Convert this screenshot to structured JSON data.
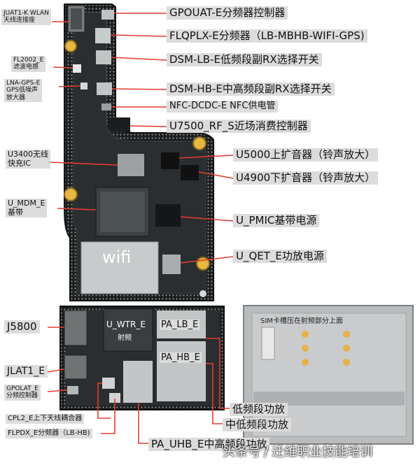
{
  "diagram": {
    "board_labels": {
      "wifi": "wifi",
      "u_wtr_e_line1": "U_WTR_E",
      "u_wtr_e_line2": "射频",
      "pa_lb_e": "PA_LB_E",
      "pa_hb_e": "PA_HB_E",
      "sim_note": "SIM卡槽压在射频部分上面"
    },
    "callouts_right": [
      {
        "id": "gpouat",
        "text": "GPOUAT-E分频器控制器"
      },
      {
        "id": "flqplx",
        "text": "FLQPLX-E分频器（LB-MBHB-WIFI-GPS)"
      },
      {
        "id": "dsm-lb",
        "text": "DSM-LB-E低频段副RX选择开关"
      },
      {
        "id": "dsm-hb",
        "text": "DSM-HB-E中高频段副RX选择开关"
      },
      {
        "id": "nfc-dcdc",
        "text": "NFC-DCDC-E NFC供电管"
      },
      {
        "id": "u7500",
        "text": "U7500_RF_S近场消费控制器"
      },
      {
        "id": "u5000",
        "text": "U5000上扩音器（铃声放大）"
      },
      {
        "id": "u4900",
        "text": "U4900下扩音器（铃声放大）"
      },
      {
        "id": "u-pmic",
        "text": "U_PMIC基带电源"
      },
      {
        "id": "u-qet",
        "text": "U_QET_E功放电源"
      }
    ],
    "callouts_left": [
      {
        "id": "juat1",
        "line1": "JUAT1-K WLAN",
        "line2": "天线连接座"
      },
      {
        "id": "fl2002",
        "line1": "FL2002_E",
        "line2": "滤波电感"
      },
      {
        "id": "lna-gps",
        "line1": "LNA-GPS-E",
        "line2": "GPS低噪声",
        "line3": "放大器"
      },
      {
        "id": "u3400",
        "line1": "U3400无线",
        "line2": "快充IC"
      },
      {
        "id": "u-mdm",
        "line1": "U_MDM_E",
        "line2": "基带"
      },
      {
        "id": "j5800",
        "text": "J5800"
      },
      {
        "id": "jlat1",
        "text": "JLAT1_E"
      },
      {
        "id": "gpolat",
        "line1": "GPOLAT_E",
        "line2": "分频控制器"
      }
    ],
    "callouts_bottom": [
      {
        "id": "cpl2",
        "text": "CPL2_E上下天线耦合器"
      },
      {
        "id": "flpdx",
        "text": "FLPDX_E分频器（LB-HB)"
      },
      {
        "id": "pa-uhb",
        "text": "PA_UHB_E中高频段功放"
      },
      {
        "id": "low-pa",
        "text": "低频段功放"
      },
      {
        "id": "mid-low-pa",
        "text": "中低频段功放"
      }
    ],
    "watermark": {
      "part1": "头条号",
      "sep": "/",
      "part2": "迁维职业技能培训"
    }
  }
}
